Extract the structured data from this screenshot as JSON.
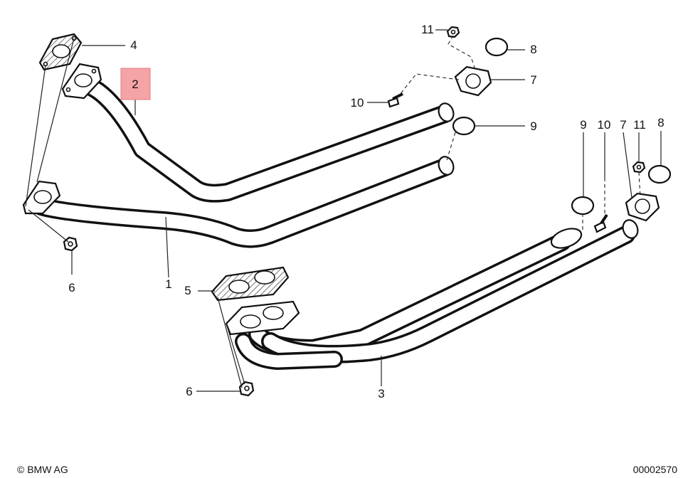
{
  "callouts": {
    "c1": "1",
    "c2": "2",
    "c3": "3",
    "c4": "4",
    "c5": "5",
    "c6a": "6",
    "c6b": "6",
    "c7a": "7",
    "c7b": "7",
    "c8a": "8",
    "c8b": "8",
    "c9a": "9",
    "c9b": "9",
    "c10a": "10",
    "c10b": "10",
    "c11a": "11",
    "c11b": "11"
  },
  "highlight_color": "#f4a3a6",
  "footer": {
    "copyright": "© BMW AG",
    "drawing_number": "00002570"
  }
}
